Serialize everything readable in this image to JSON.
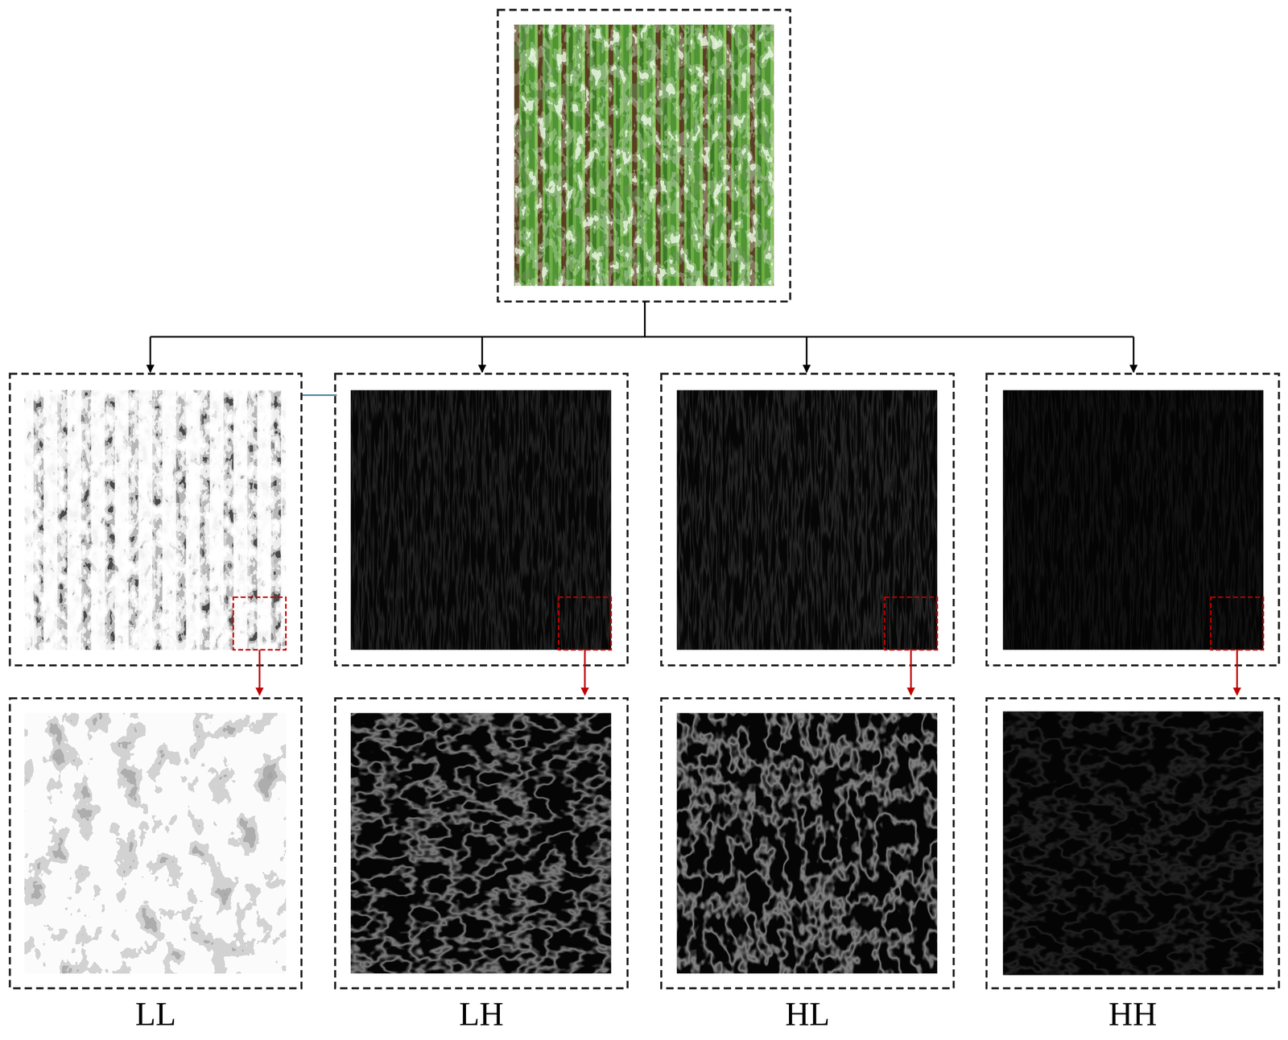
{
  "diagram": {
    "nodes": [
      {
        "text": [
          "LL"
        ]
      },
      {
        "text": [
          "LH"
        ]
      },
      {
        "text": [
          "HL"
        ]
      },
      {
        "text": [
          "HH"
        ]
      }
    ]
  }
}
